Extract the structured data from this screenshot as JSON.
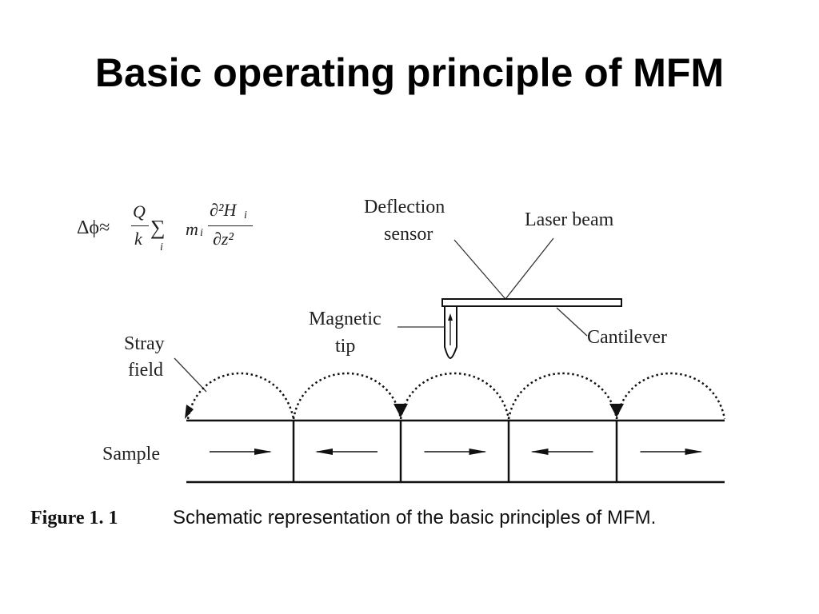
{
  "slide": {
    "title": "Basic operating principle of MFM"
  },
  "formula": {
    "lhs": "Δϕ≈",
    "frac1_num": "Q",
    "frac1_den": "k",
    "sum": "∑",
    "sum_index": "i",
    "moment": "m",
    "moment_sub": "i",
    "frac2_num": "∂²H",
    "frac2_num_sub": "i",
    "frac2_den": "∂z²"
  },
  "diagram": {
    "labels": {
      "deflection_sensor_1": "Deflection",
      "deflection_sensor_2": "sensor",
      "laser_beam": "Laser beam",
      "magnetic_tip_1": "Magnetic",
      "magnetic_tip_2": "tip",
      "cantilever": "Cantilever",
      "stray_field_1": "Stray",
      "stray_field_2": "field",
      "sample": "Sample"
    },
    "domain_magnetization": [
      "right",
      "left",
      "right",
      "left",
      "right"
    ]
  },
  "caption": {
    "figure_number": "Figure 1. 1",
    "text": "Schematic representation of the basic principles of MFM."
  }
}
